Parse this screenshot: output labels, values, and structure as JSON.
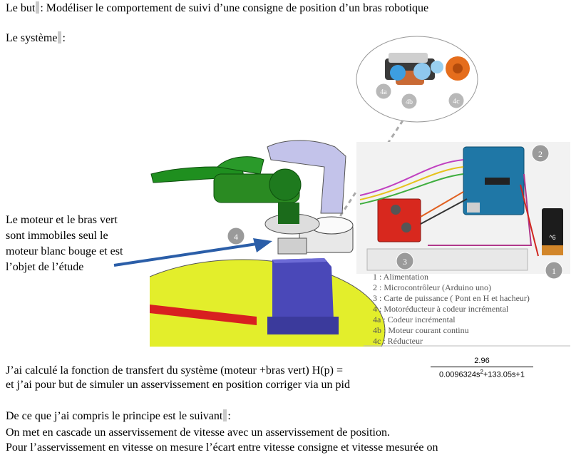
{
  "header": {
    "goal_label": "Le but",
    "goal_text": ": Modéliser le comportement de suivi d’une consigne de position  d’un bras robotique",
    "system_label": "Le systèm",
    "system_suffix": "e",
    "system_colon": ":"
  },
  "callout": {
    "lines": [
      "Le moteur et le bras vert",
      "sont immobiles seul le",
      "moteur blanc bouge et est",
      "l’objet de l’étude"
    ]
  },
  "figure": {
    "badges": [
      "4a",
      "4b",
      "4c",
      "2",
      "4",
      "3",
      "1"
    ],
    "battery_label": "^6",
    "legend": [
      "1 : Alimentation",
      "2 : Microcontrôleur (Arduino uno)",
      "3 : Carte de puissance ( Pont en H et hacheur)",
      "4 : Motoréducteur à codeur incrémental",
      "4a : Codeur incrémental",
      "4b : Moteur courant continu",
      "4c : Réducteur"
    ]
  },
  "body": {
    "tf_line1": "J’ai calculé la fonction de transfert du système (moteur +bras vert) H(p) =",
    "tf_line2": "et j’ai pour but de simuler un asservissement en position corriger via un pid",
    "tf_numerator": "2.96",
    "tf_denominator_a": "0.0096324s",
    "tf_denominator_exp": "2",
    "tf_denominator_b": "+133.05s+1",
    "principle": "De ce que j’ai compris le principe est le suivant",
    "principle_colon": ":",
    "cascade": "On met en cascade un asservissement de vitesse avec un asservissement de position.",
    "speed": "Pour l’asservissement en vitesse on mesure l’écart entre vitesse consigne et vitesse mesurée on"
  }
}
